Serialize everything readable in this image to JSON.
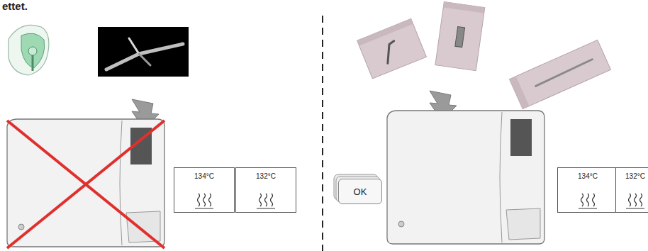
{
  "diagram": {
    "nodes": [
      {
        "text": [
          "134°C"
        ]
      },
      {
        "text": [
          "132°C"
        ]
      },
      {
        "text": [
          "OK"
        ]
      },
      {
        "text": [
          "134°C"
        ]
      },
      {
        "text": [
          "132°C"
        ]
      }
    ],
    "labels": [
      "ettet."
    ]
  }
}
